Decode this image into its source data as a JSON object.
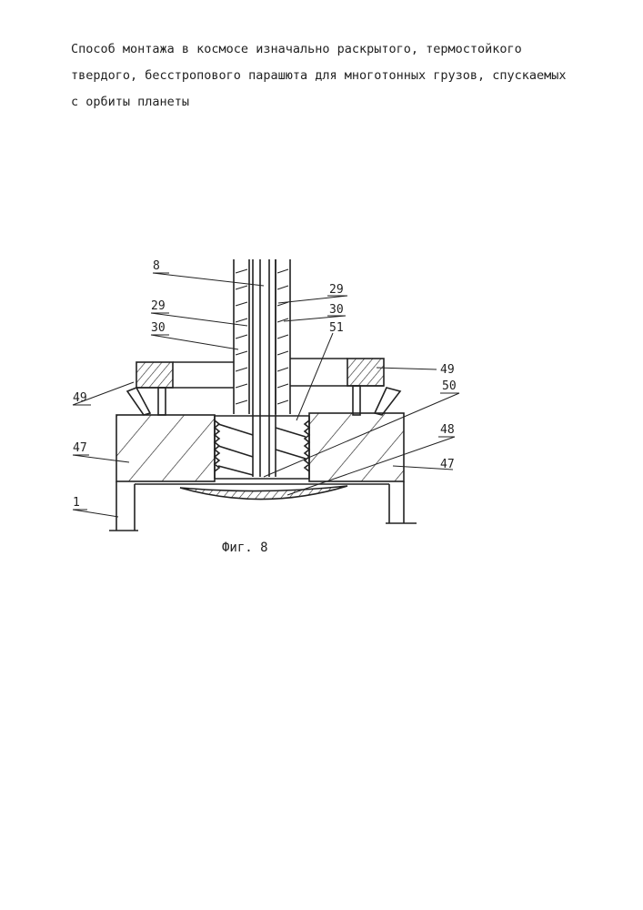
{
  "document": {
    "title_lines": [
      "Способ монтажа в космосе изначально раскрытого, термостойкого",
      "твердого, бесстропового парашюта для многотонных грузов, спускаемых",
      "с орбиты планеты"
    ],
    "figure_caption": "Фиг. 8"
  },
  "figure": {
    "labels": {
      "l8": "8",
      "l29_left": "29",
      "l30_left": "30",
      "l29_right": "29",
      "l30_right": "30",
      "l51": "51",
      "l49_right": "49",
      "l49_left": "49",
      "l50": "50",
      "l48": "48",
      "l47_left": "47",
      "l47_right": "47",
      "l1": "1"
    }
  }
}
